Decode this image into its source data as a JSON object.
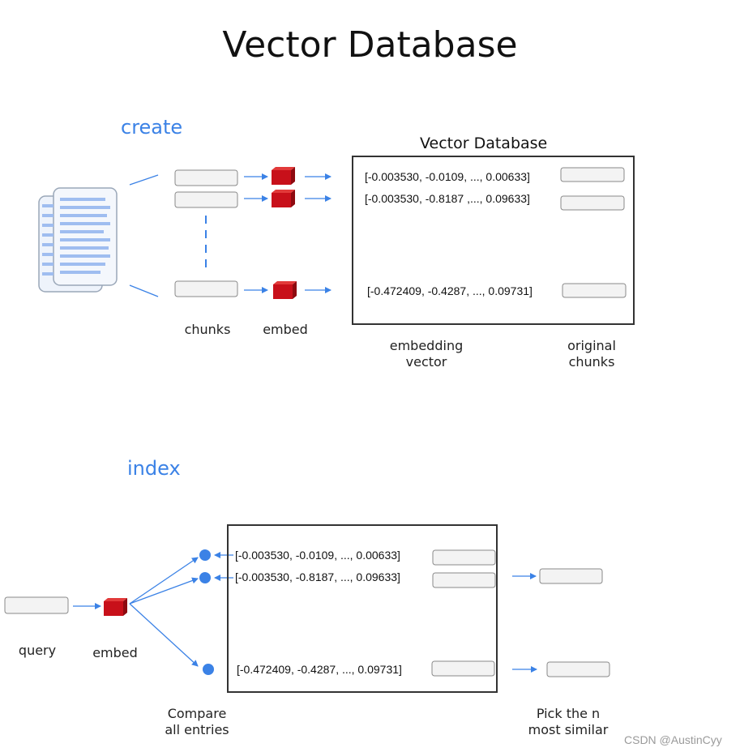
{
  "title": "Vector Database",
  "create": {
    "section_label": "create",
    "db_title": "Vector Database",
    "vectors": [
      "[-0.003530, -0.0109, ..., 0.00633]",
      "[-0.003530, -0.8187 ,..., 0.09633]",
      "[-0.472409, -0.4287, ..., 0.09731]"
    ],
    "labels": {
      "chunks": "chunks",
      "embed": "embed",
      "embedding_vector": "embedding\nvector",
      "original_chunks": "original\nchunks"
    }
  },
  "index": {
    "section_label": "index",
    "vectors": [
      "[-0.003530, -0.0109, ..., 0.00633]",
      "[-0.003530, -0.8187, ..., 0.09633]",
      "[-0.472409, -0.4287, ..., 0.09731]"
    ],
    "labels": {
      "query": "query",
      "embed": "embed",
      "compare": "Compare\nall entries",
      "pick": "Pick the n\nmost similar"
    }
  },
  "watermark": "CSDN @AustinCyy",
  "colors": {
    "accent": "#3b82e6",
    "cube": "#c8101a",
    "box_border": "#8a8a8a"
  }
}
